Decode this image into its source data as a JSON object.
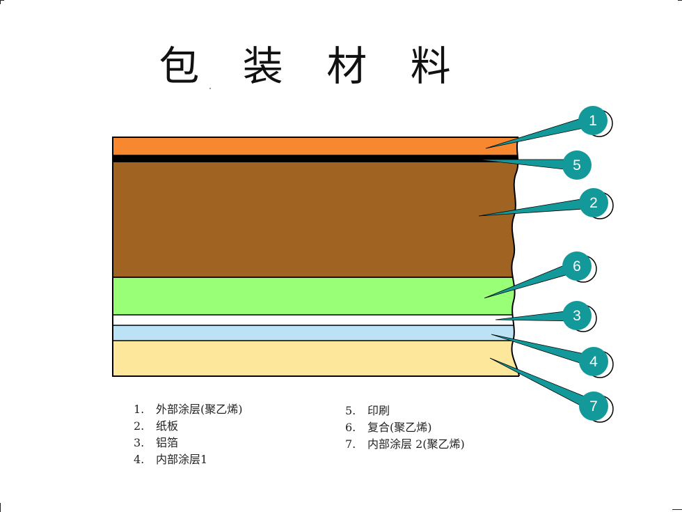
{
  "title": "包 装 材 料",
  "layers": [
    {
      "id": "1",
      "color": "#f7882f"
    },
    {
      "id": "5",
      "color": "#000000"
    },
    {
      "id": "2",
      "color": "#a16322"
    },
    {
      "id": "6",
      "color": "#99ff77"
    },
    {
      "id": "3",
      "color": "#ffffff"
    },
    {
      "id": "4",
      "color": "#bce3f5"
    },
    {
      "id": "7",
      "color": "#fde79a"
    }
  ],
  "callouts": [
    "1",
    "5",
    "2",
    "6",
    "3",
    "4",
    "7"
  ],
  "callout_color": "#14999b",
  "legend_left": [
    {
      "num": "1.",
      "text": "外部涂层(聚乙烯)"
    },
    {
      "num": "2.",
      "text": "纸板"
    },
    {
      "num": "3.",
      "text": "铝箔"
    },
    {
      "num": "4.",
      "text": "内部涂层1"
    }
  ],
  "legend_right": [
    {
      "num": "5.",
      "text": "印刷"
    },
    {
      "num": "6.",
      "text": "复合(聚乙烯)"
    },
    {
      "num": "7.",
      "text": "内部涂层 2(聚乙烯)"
    }
  ]
}
